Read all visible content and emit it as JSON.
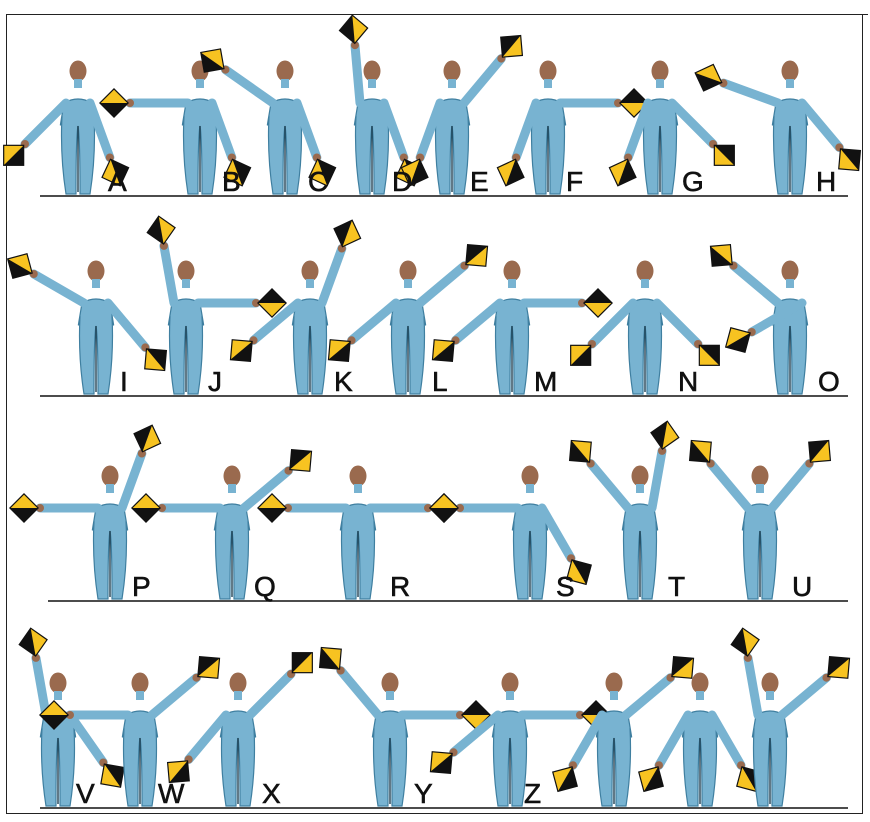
{
  "colors": {
    "body": "#78b3d1",
    "body_outline": "#3f7fa0",
    "skin": "#9a6a4e",
    "flag_yellow": "#f7c321",
    "flag_dark": "#111111",
    "ground": "#111111"
  },
  "rows": [
    {
      "figures": [
        {
          "letter": "A"
        },
        {
          "letter": "B"
        },
        {
          "letter": "C"
        },
        {
          "letter": "D"
        },
        {
          "letter": "E"
        },
        {
          "letter": "F"
        },
        {
          "letter": "G"
        },
        {
          "letter": "H"
        }
      ]
    },
    {
      "figures": [
        {
          "letter": "I"
        },
        {
          "letter": "J"
        },
        {
          "letter": "K"
        },
        {
          "letter": "L"
        },
        {
          "letter": "M"
        },
        {
          "letter": "N"
        },
        {
          "letter": "O"
        }
      ]
    },
    {
      "figures": [
        {
          "letter": "P"
        },
        {
          "letter": "Q"
        },
        {
          "letter": "R"
        },
        {
          "letter": "S"
        },
        {
          "letter": "T"
        },
        {
          "letter": "U"
        }
      ]
    },
    {
      "figures": [
        {
          "letter": "V"
        },
        {
          "letter": "W"
        },
        {
          "letter": "X"
        },
        {
          "letter": "Y"
        },
        {
          "letter": "Z"
        },
        {
          "letter": ""
        },
        {
          "letter": ""
        },
        {
          "letter": ""
        }
      ]
    }
  ]
}
